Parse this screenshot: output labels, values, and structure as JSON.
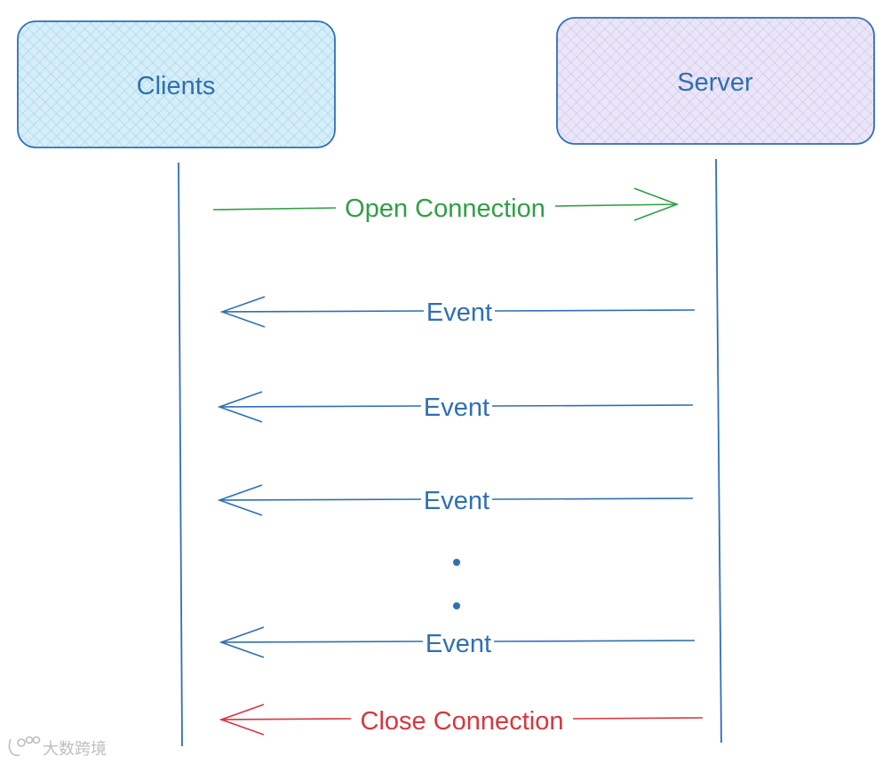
{
  "diagram": {
    "participants": [
      {
        "id": "clients",
        "label": "Clients",
        "fill": "#d6eef8",
        "hatch": "#9fd3ec",
        "stroke": "#2f6fb5",
        "text_color": "#2f6fb5"
      },
      {
        "id": "server",
        "label": "Server",
        "fill": "#ebe6f7",
        "hatch": "#c9c0ee",
        "stroke": "#2f6fb5",
        "text_color": "#2f6fb5"
      }
    ],
    "lifeline_color": "#2f6fb5",
    "messages": [
      {
        "label": "Open Connection",
        "from": "clients",
        "to": "server",
        "color": "#2ea043"
      },
      {
        "label": "Event",
        "from": "server",
        "to": "clients",
        "color": "#2f6fb5"
      },
      {
        "label": "Event",
        "from": "server",
        "to": "clients",
        "color": "#2f6fb5"
      },
      {
        "label": "Event",
        "from": "server",
        "to": "clients",
        "color": "#2f6fb5"
      },
      {
        "label": "Event",
        "from": "server",
        "to": "clients",
        "color": "#2f6fb5"
      },
      {
        "label": "Close Connection",
        "from": "server",
        "to": "clients",
        "color": "#d9363e"
      }
    ],
    "ellipsis_color": "#2f6fb5"
  },
  "watermark": {
    "text": "大数跨境",
    "icon": "logo-icon"
  }
}
